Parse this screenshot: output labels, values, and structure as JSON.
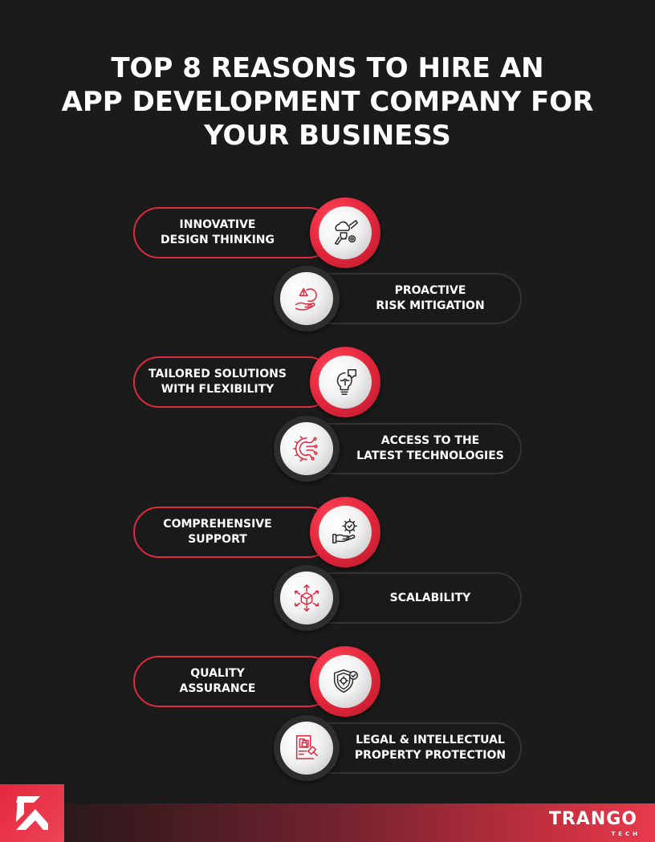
{
  "title": {
    "lines": [
      "TOP 8 REASONS TO HIRE AN",
      "APP DEVELOPMENT COMPANY FOR",
      "YOUR BUSINESS"
    ]
  },
  "colors": {
    "background": "#1b1b1b",
    "accent_red": "#e2293f",
    "dark_ring": "#2d2d2d",
    "right_pill_border": "#333333",
    "text": "#ffffff"
  },
  "reasons": [
    {
      "side": "left",
      "lines": [
        "INNOVATIVE",
        "DESIGN THINKING"
      ],
      "icon": "lightbulb-cloud-pencil-gear-icon"
    },
    {
      "side": "right",
      "lines": [
        "PROACTIVE",
        "RISK MITIGATION"
      ],
      "icon": "hand-warning-gear-icon"
    },
    {
      "side": "left",
      "lines": [
        "TAILORED SOLUTIONS",
        "WITH FLEXIBILITY"
      ],
      "icon": "lightbulb-puzzle-icon"
    },
    {
      "side": "right",
      "lines": [
        "ACCESS TO THE",
        "LATEST TECHNOLOGIES"
      ],
      "icon": "gear-circuit-icon"
    },
    {
      "side": "left",
      "lines": [
        "COMPREHENSIVE",
        "SUPPORT"
      ],
      "icon": "hand-gear-check-icon"
    },
    {
      "side": "right",
      "lines": [
        "SCALABILITY"
      ],
      "icon": "cube-arrows-icon"
    },
    {
      "side": "left",
      "lines": [
        "QUALITY",
        "ASSURANCE"
      ],
      "icon": "shield-gear-check-icon"
    },
    {
      "side": "right",
      "lines": [
        "LEGAL & INTELLECTUAL",
        "PROPERTY PROTECTION"
      ],
      "icon": "document-lock-gavel-icon"
    }
  ],
  "footer": {
    "brand_name": "TRANGO",
    "brand_sub": "TECH",
    "logo_icon": "arrow-up-left-logo-icon"
  }
}
